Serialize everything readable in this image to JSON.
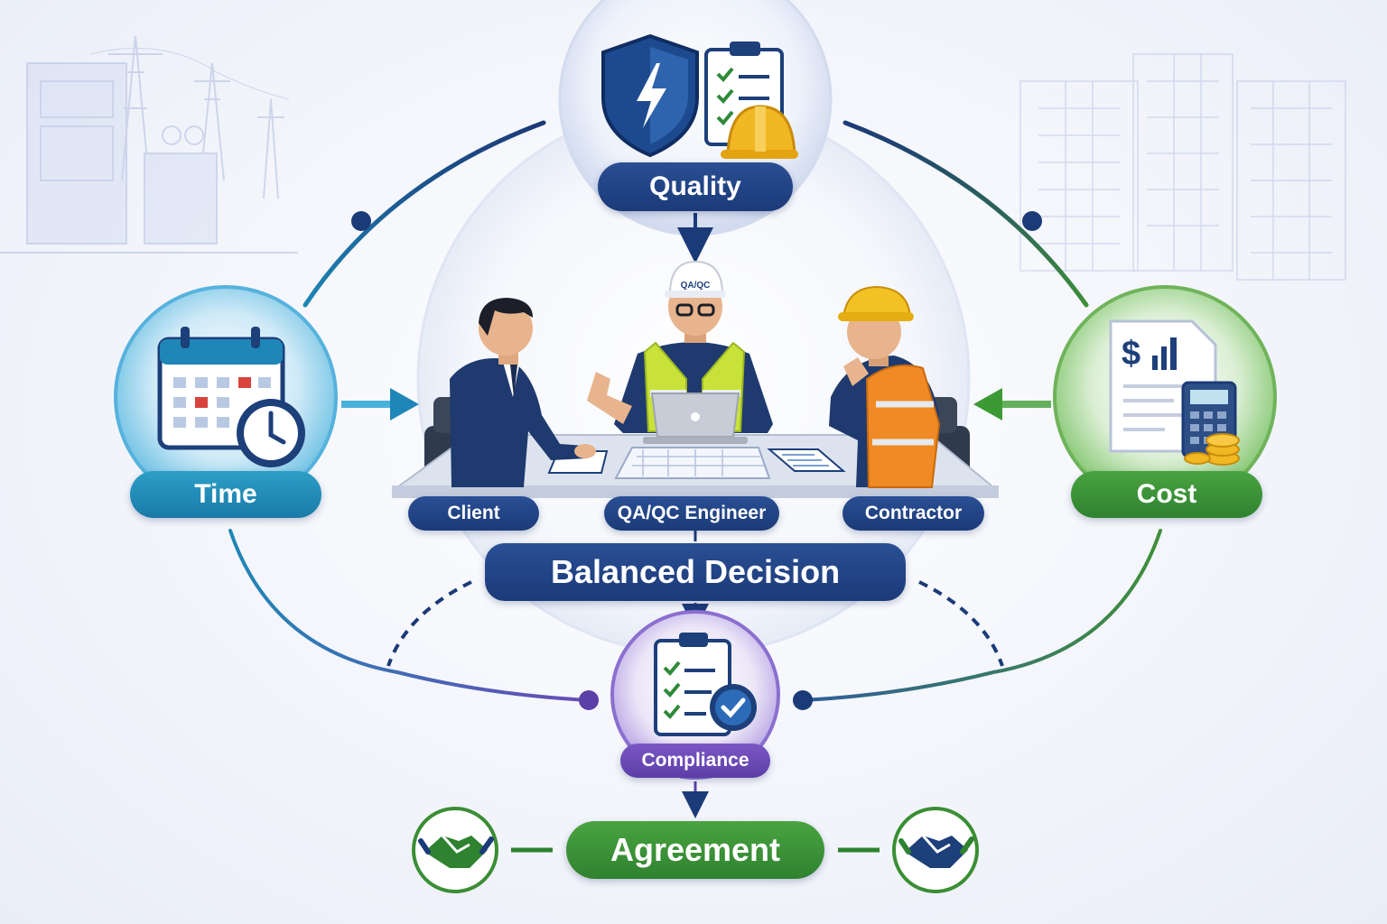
{
  "nodes": {
    "quality": "Quality",
    "time": "Time",
    "cost": "Cost",
    "compliance": "Compliance",
    "agreement": "Agreement",
    "balanced_decision": "Balanced Decision"
  },
  "roles": {
    "client": "Client",
    "qa_engineer": "QA/QC Engineer",
    "contractor": "Contractor",
    "helmet_text": "QA/QC"
  },
  "colors": {
    "navy": "#1b3a78",
    "teal": "#1a7aa8",
    "green": "#2f8230",
    "purple": "#5d3fa8",
    "gold": "#f2b824"
  },
  "icons": {
    "quality": [
      "shield-bolt-icon",
      "clipboard-checklist-icon",
      "hard-hat-icon"
    ],
    "time": [
      "calendar-icon",
      "clock-icon"
    ],
    "cost": [
      "invoice-dollar-icon",
      "calculator-icon",
      "coins-icon"
    ],
    "compliance": [
      "clipboard-check-icon"
    ],
    "agreement": [
      "handshake-icon"
    ]
  }
}
